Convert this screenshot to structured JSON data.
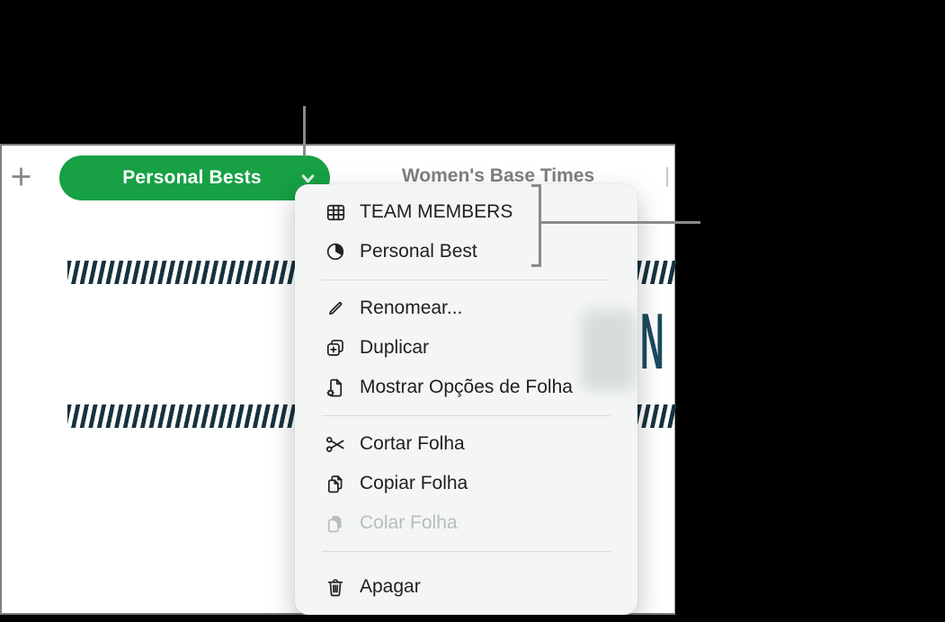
{
  "app_context": "spreadsheet-sheet-tab-menu",
  "colors": {
    "window_background": "#000000",
    "canvas_background": "#ffffff",
    "tab_green": "#17a044",
    "stripe_teal": "#17323f",
    "big_letter_teal": "#1d4a5e",
    "callout_gray": "#8a8a8a",
    "menu_background": "#f4f6f6",
    "menu_text": "#202022",
    "disabled_text": "#b9bdbd",
    "inactive_tab_text": "#7f7f7f"
  },
  "icons": {
    "add_sheet": "plus",
    "tab_dropdown": "chevron-down",
    "team_members": "table-grid",
    "personal_best": "pie-chart",
    "rename": "pencil",
    "duplicate": "duplicate-squares-plus",
    "sheet_options": "document-gear",
    "cut": "scissors",
    "copy": "copy-pages",
    "paste": "paste-pages",
    "delete": "trash"
  },
  "sheet_bar": {
    "active_tab_label": "Personal Bests",
    "inactive_tab_label": "Women's Base Times"
  },
  "canvas": {
    "partial_title_letter": "N"
  },
  "menu": {
    "sections": [
      {
        "items": [
          {
            "label": "TEAM MEMBERS"
          },
          {
            "label": "Personal Best"
          }
        ]
      },
      {
        "items": [
          {
            "label": "Renomear..."
          },
          {
            "label": "Duplicar"
          },
          {
            "label": "Mostrar Opções de Folha"
          }
        ]
      },
      {
        "items": [
          {
            "label": "Cortar Folha"
          },
          {
            "label": "Copiar Folha"
          },
          {
            "label": "Colar Folha",
            "disabled": true
          }
        ]
      },
      {
        "items": [
          {
            "label": "Apagar"
          }
        ]
      }
    ]
  }
}
